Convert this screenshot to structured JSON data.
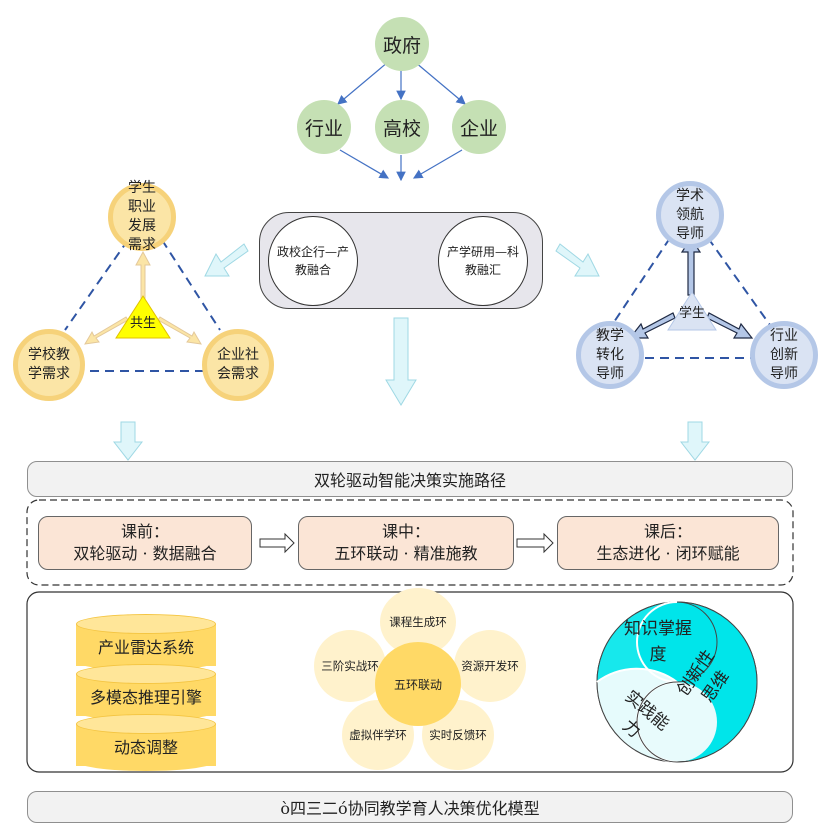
{
  "government": {
    "top": "政府",
    "children": [
      "行业",
      "高校",
      "企业"
    ]
  },
  "core": {
    "left": "政校企行—产教融合",
    "right": "产学研用—科教融汇"
  },
  "left_triangle": {
    "top": "学生职业发展需求",
    "left": "学校教学需求",
    "right": "企业社会需求",
    "center": "共生"
  },
  "right_triangle": {
    "top": "学术领航导师",
    "left": "教学转化导师",
    "right": "行业创新导师",
    "center": "学生"
  },
  "path_title": "双轮驱动智能决策实施路径",
  "phases": [
    {
      "title": "课前：",
      "subtitle": "双轮驱动 · 数据融合"
    },
    {
      "title": "课中：",
      "subtitle": "五环联动 · 精准施教"
    },
    {
      "title": "课后：",
      "subtitle": "生态进化 · 闭环赋能"
    }
  ],
  "stack": [
    "产业雷达系统",
    "多模态推理引擎",
    "动态调整"
  ],
  "flower": {
    "center": "五环联动",
    "petals": [
      "课程生成环",
      "资源开发环",
      "实时反馈环",
      "虚拟伴学环",
      "三阶实战环"
    ]
  },
  "yin_yang": {
    "a": "知识掌握度",
    "b": "实践能力",
    "c": "创新性思维"
  },
  "footer": "ò四三二ó协同教学育人决策优化模型",
  "colors": {
    "green": "#c5e0b4",
    "yellow": "#fbe5a6",
    "blue": "#dae3f3",
    "phase": "#fbe5d6",
    "cyan": "#00e5ea"
  }
}
